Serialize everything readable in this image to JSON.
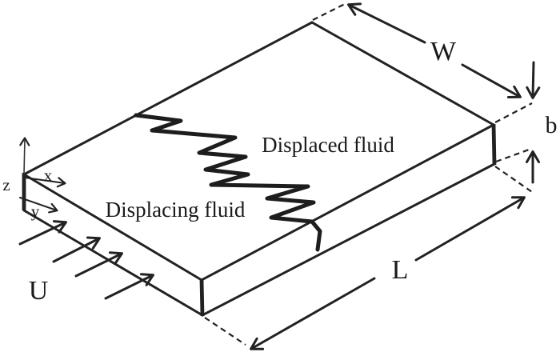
{
  "figure": {
    "background_color": "#ffffff",
    "ink_color": "#222222",
    "labels": {
      "displaced_fluid": "Displaced fluid",
      "displacing_fluid": "Displacing fluid",
      "width": "W",
      "gap": "b",
      "length": "L",
      "inlet_velocity": "U",
      "axis_x": "x",
      "axis_y": "y",
      "axis_z": "z"
    }
  }
}
